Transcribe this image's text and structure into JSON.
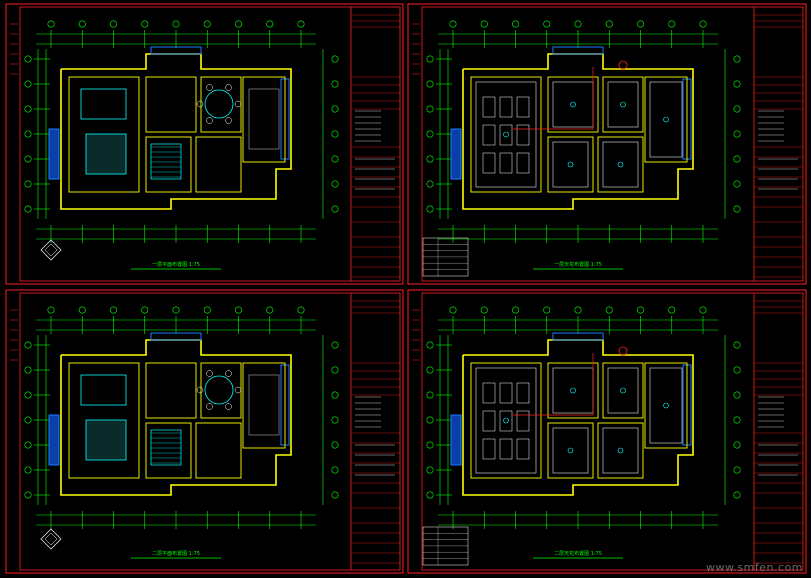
{
  "sheets": [
    {
      "title": "一层平面布置图 1:75",
      "kind": "plan",
      "floor": 1,
      "grid_bubbles": [
        "1",
        "2",
        "3",
        "4",
        "5",
        "6",
        "7",
        "8",
        "9",
        "A",
        "B",
        "C",
        "D",
        "E",
        "F",
        "G"
      ]
    },
    {
      "title": "一层天花布置图 1:75",
      "kind": "ceiling",
      "floor": 1
    },
    {
      "title": "二层平面布置图 1:75",
      "kind": "plan",
      "floor": 2
    },
    {
      "title": "二层天花布置图 1:75",
      "kind": "ceiling",
      "floor": 2
    }
  ],
  "watermark": "www.smfen.com",
  "colors": {
    "background": "#000000",
    "frame": "#ff2020",
    "wall": "#ffff00",
    "dimension": "#00ff00",
    "furniture": "#00ffff",
    "window": "#1a7cff",
    "fill": "#b0b0b0",
    "text": "#ffffff"
  }
}
